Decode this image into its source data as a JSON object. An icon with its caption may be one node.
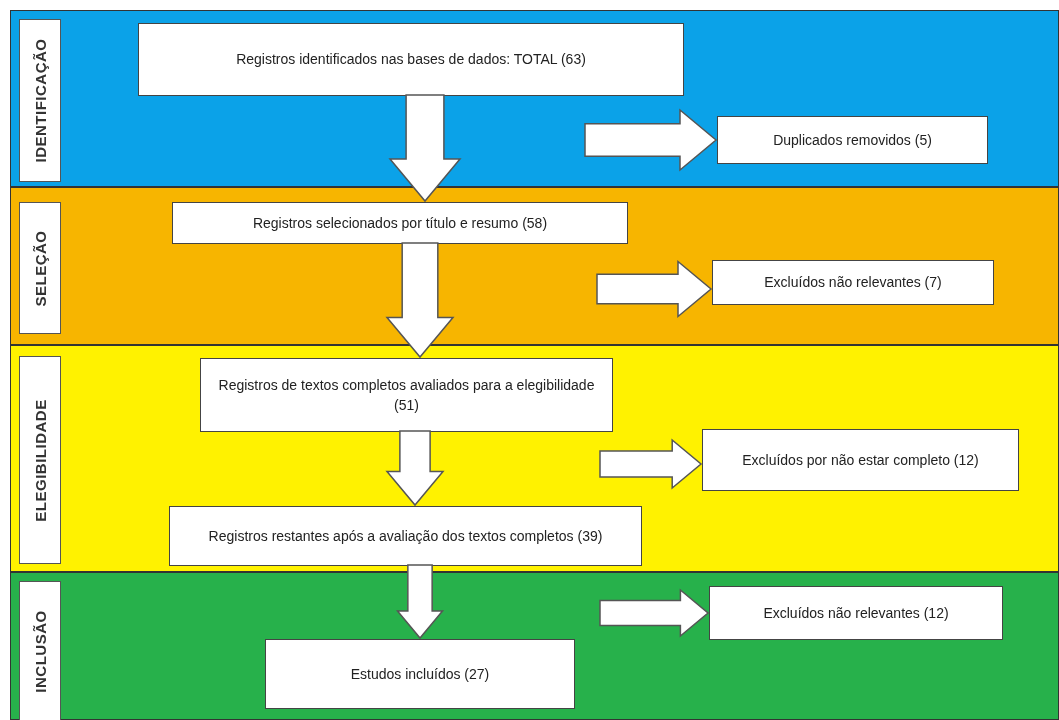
{
  "diagram": {
    "nodes": [
      {
        "text": [
          "IDENTIFICAÇÃO"
        ]
      },
      {
        "text": [
          "Registros identificados nas bases de dados: TOTAL (63)"
        ],
        "in": 0
      },
      {
        "text": [
          "Duplicados removidos (5)"
        ],
        "in": 0
      },
      {
        "text": [
          "SELEÇÃO"
        ]
      },
      {
        "text": [
          "Registros selecionados por título e resumo (58)"
        ],
        "in": 3
      },
      {
        "text": [
          "Excluídos não relevantes (7)"
        ],
        "in": 3
      },
      {
        "text": [
          "ELEGIBILIDADE"
        ]
      },
      {
        "text": [
          "Registros de textos completos avaliados para a elegibilidade (51)"
        ],
        "in": 6
      },
      {
        "text": [
          "Excluídos por não estar completo (12)"
        ],
        "in": 6
      },
      {
        "text": [
          "Registros restantes após a avaliação dos textos completos (39)"
        ],
        "in": 6
      },
      {
        "text": [
          "INCLUSÃO"
        ]
      },
      {
        "text": [
          "Excluídos não relevantes (12)"
        ],
        "in": 10
      },
      {
        "text": [
          "Estudos incluídos (27)"
        ],
        "in": 10
      }
    ],
    "edges": [
      {
        "from": 1,
        "to": 4,
        "arrow": "to"
      },
      {
        "from": null,
        "to": 2,
        "arrow": "to"
      },
      {
        "from": 4,
        "to": 7,
        "arrow": "to"
      },
      {
        "from": null,
        "to": 5,
        "arrow": "to"
      },
      {
        "from": 7,
        "to": 9,
        "arrow": "to"
      },
      {
        "from": null,
        "to": 8,
        "arrow": "to"
      },
      {
        "from": 9,
        "to": 12,
        "arrow": "to"
      },
      {
        "from": null,
        "to": 11,
        "arrow": "to"
      }
    ]
  }
}
